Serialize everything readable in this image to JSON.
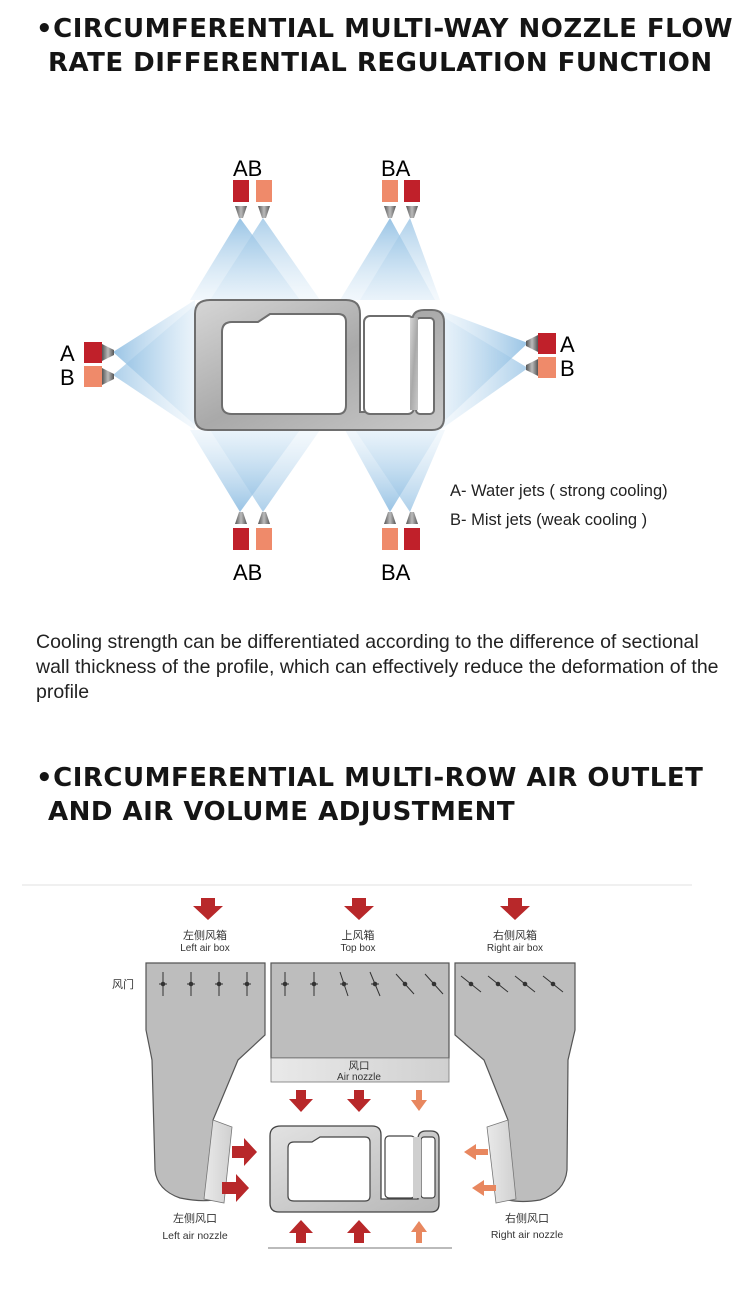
{
  "heading1": {
    "line1": "•CIRCUMFERENTIAL MULTI-WAY NOZZLE FLOW",
    "line2": "RATE DIFFERENTIAL REGULATION FUNCTION"
  },
  "diagram1": {
    "top_left_label": "AB",
    "top_right_label": "BA",
    "bottom_left_label": "AB",
    "bottom_right_label": "BA",
    "left_a": "A",
    "left_b": "B",
    "right_a": "A",
    "right_b": "B",
    "legend_a": "A- Water jets ( strong cooling)",
    "legend_b": "B- Mist jets (weak cooling )"
  },
  "paragraph": "Cooling strength can be differentiated according to the difference of sectional wall thickness of the profile, which can effectively reduce the deformation of the profile",
  "heading2": {
    "line1": "•CIRCUMFERENTIAL MULTI-ROW AIR OUTLET",
    "line2": "AND AIR VOLUME ADJUSTMENT"
  },
  "diagram2": {
    "left_box_cn": "左侧风箱",
    "left_box_en": "Left air box",
    "top_box_cn": "上风箱",
    "top_box_en": "Top box",
    "right_box_cn": "右侧风箱",
    "right_box_en": "Right air box",
    "damper_cn": "风门",
    "nozzle_cn": "风口",
    "nozzle_en": "Air nozzle",
    "left_nozzle_cn": "左侧风口",
    "left_nozzle_en": "Left air nozzle",
    "right_nozzle_cn": "右侧风口",
    "right_nozzle_en": "Right air nozzle"
  },
  "colors": {
    "water_jet": "#c0202a",
    "mist_jet": "#ef8a6a",
    "spray": "#9cc6e6",
    "profile_fill": "#b8b8b8",
    "airbox": "#bfbfbf",
    "arrow_dark": "#b8282a",
    "arrow_light": "#e8875f"
  }
}
